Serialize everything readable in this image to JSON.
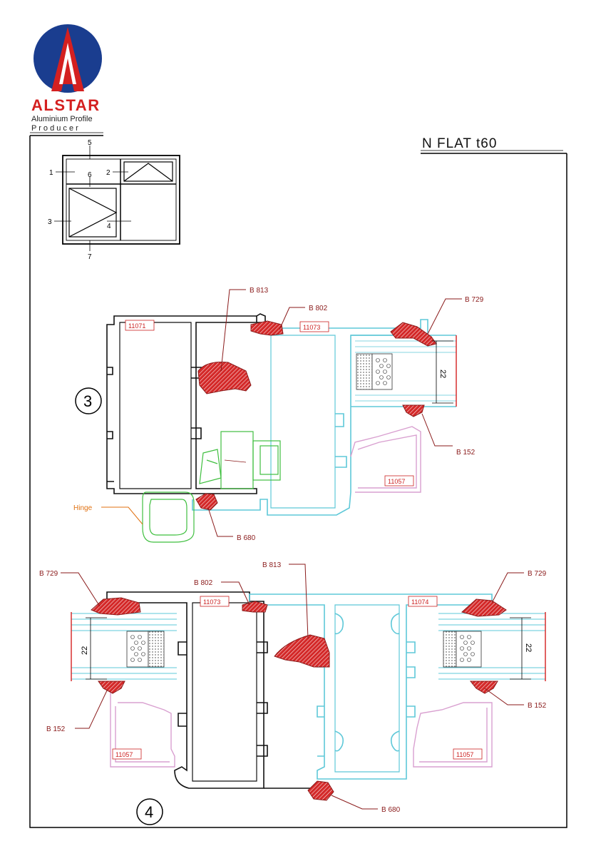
{
  "brand": {
    "name": "ALSTAR",
    "tagline_1": "Aluminium Profile",
    "tagline_2": "P r o d u c e r",
    "logo_colors": {
      "circle": "#1a3d8f",
      "mark": "#d42020",
      "inner": "#ffffff"
    }
  },
  "title": "N FLAT t60",
  "key_plan": {
    "numbers": {
      "n1": "1",
      "n2": "2",
      "n3": "3",
      "n4": "4",
      "n5": "5",
      "n6": "6",
      "n7": "7"
    }
  },
  "section_3": {
    "id": "3",
    "profiles": {
      "frame": "11071",
      "sash": "11073",
      "bead": "11057"
    },
    "gaskets": {
      "center": "B 813",
      "sash_top": "B 802",
      "glass_out": "B 729",
      "glass_in": "B 152",
      "bottom": "B 680"
    },
    "hinge": "Hinge",
    "glass_thickness": "22"
  },
  "section_4": {
    "id": "4",
    "profiles": {
      "sash": "11073",
      "sash_right": "11074",
      "bead_left": "11057",
      "bead_right": "11057"
    },
    "gaskets": {
      "glass_out_left": "B 729",
      "sash_top": "B 802",
      "center": "B 813",
      "glass_out_right": "B 729",
      "glass_in_left": "B 152",
      "glass_in_right": "B 152",
      "bottom": "B 680"
    },
    "glass_thickness_left": "22",
    "glass_thickness_right": "22"
  },
  "colors": {
    "frame_line": "#111111",
    "sash_line": "#5ec8d8",
    "bead_line": "#d9a0d0",
    "gasket_fill": "#d42a2a",
    "hinge_line": "#3fbf3f",
    "leader": "#8a1a1a",
    "hinge_leader": "#e07010"
  }
}
